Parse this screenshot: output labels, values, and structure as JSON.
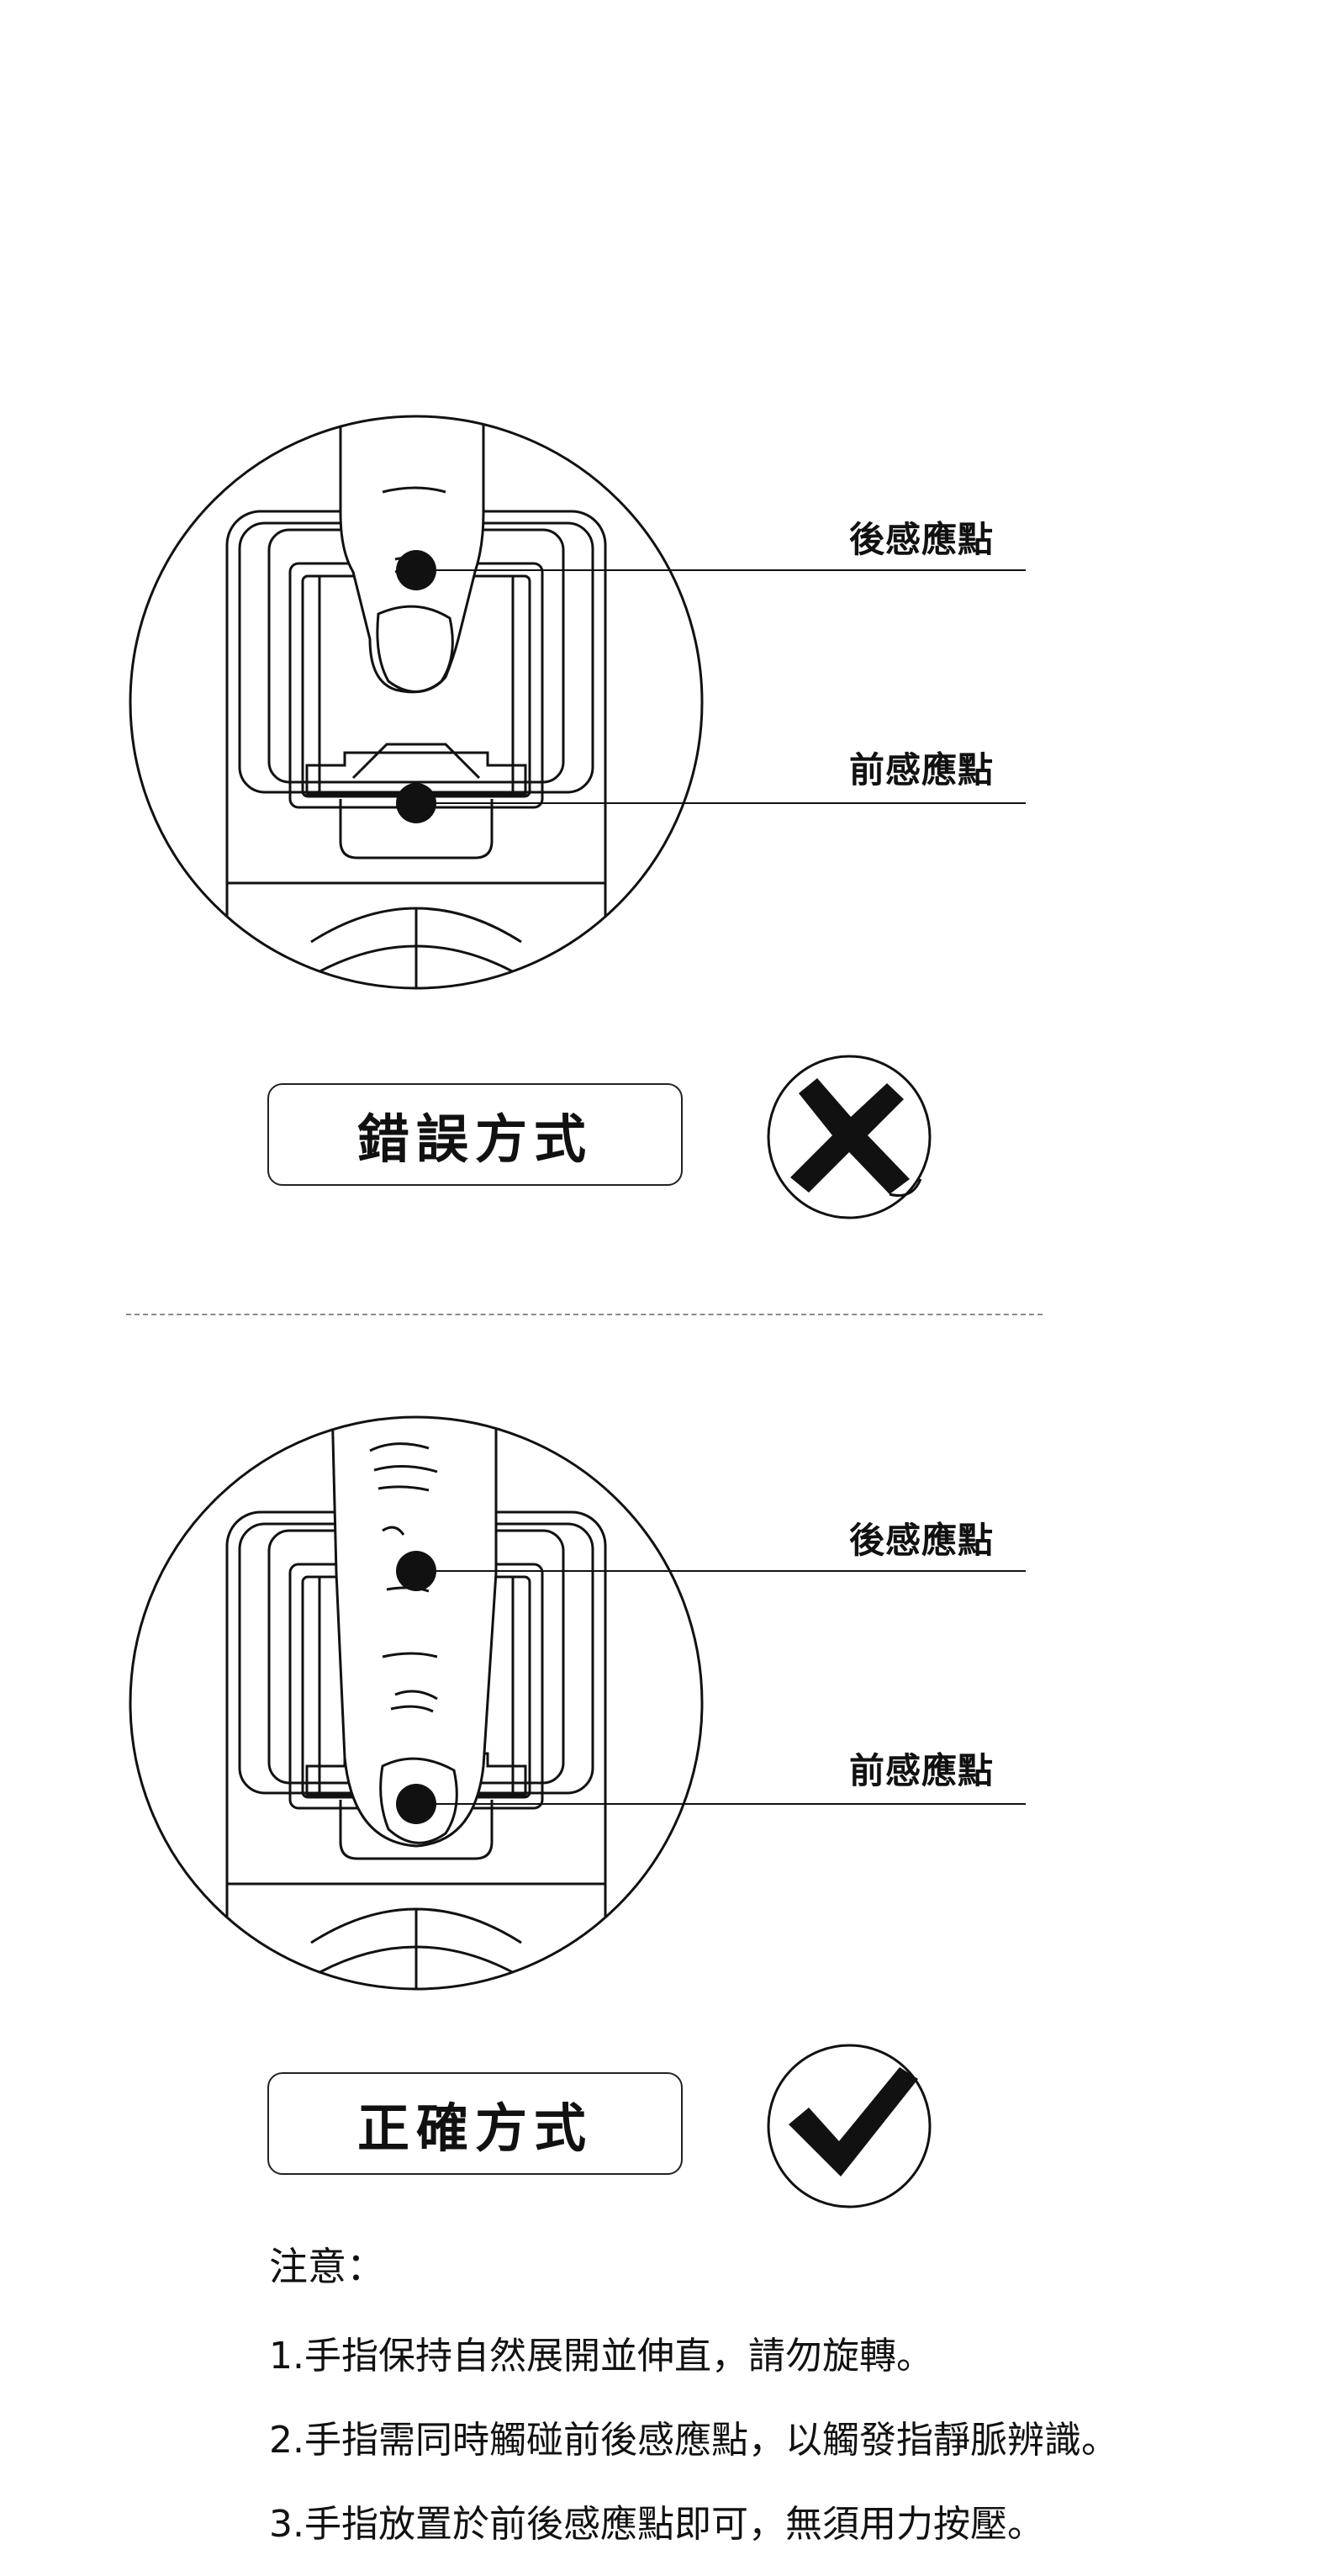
{
  "wrong": {
    "rear_label": "後感應點",
    "front_label": "前感應點",
    "method_label": "錯誤方式",
    "mark_icon": "cross-icon"
  },
  "correct": {
    "rear_label": "後感應點",
    "front_label": "前感應點",
    "method_label": "正確方式",
    "mark_icon": "check-icon"
  },
  "notes": {
    "title": "注意：",
    "items": [
      "1.手指保持自然展開並伸直，請勿旋轉。",
      "2.手指需同時觸碰前後感應點，以觸發指靜脈辨識。",
      "3.手指放置於前後感應點即可，無須用力按壓。"
    ]
  },
  "colors": {
    "line": "#111111",
    "divider": "#8a8a8a",
    "background": "#ffffff"
  }
}
